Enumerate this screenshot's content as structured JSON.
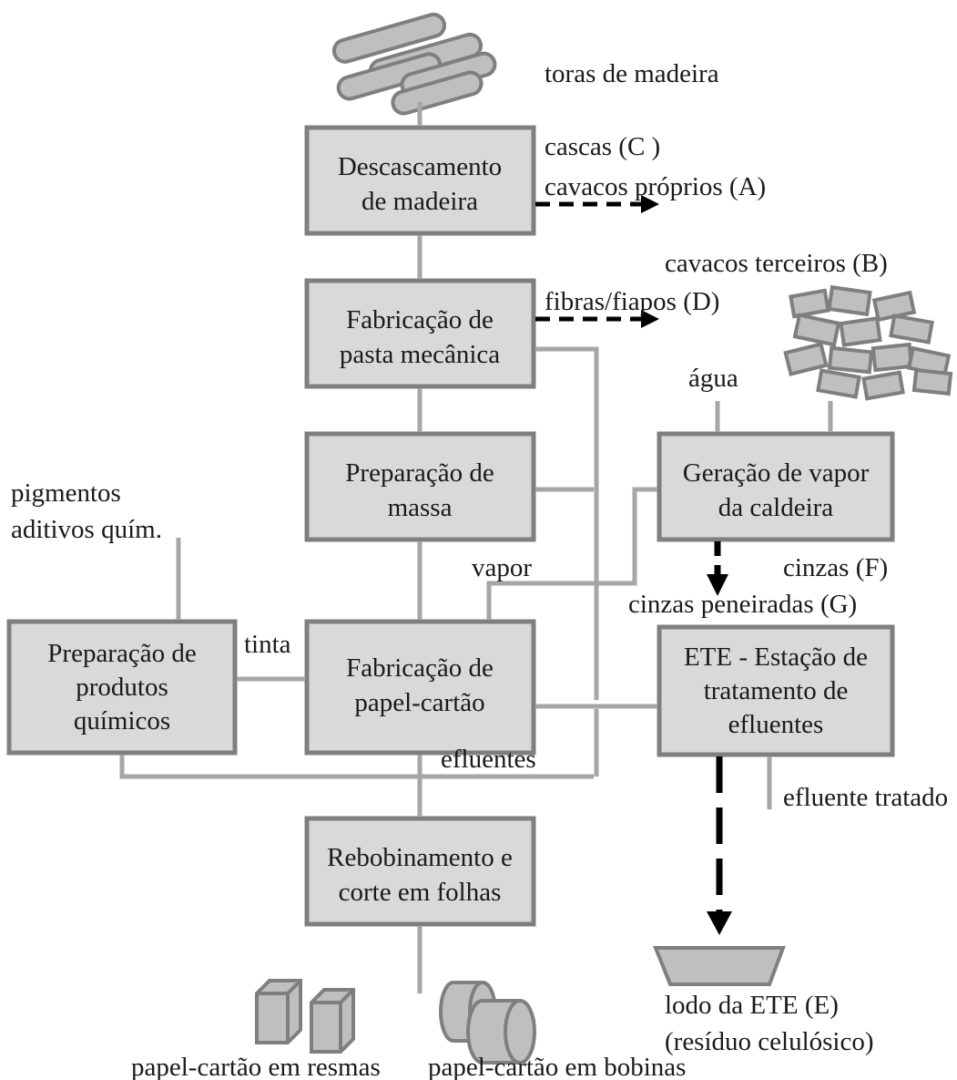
{
  "boxes": {
    "debarking": [
      "Descascamento",
      "de madeira"
    ],
    "mech_pulp": [
      "Fabricação de",
      "pasta mecânica"
    ],
    "stock_prep": [
      "Preparação de",
      "massa"
    ],
    "steam_gen": [
      "Geração de vapor",
      "da caldeira"
    ],
    "chem_prep": [
      "Preparação de",
      "produtos",
      "químicos"
    ],
    "paperboard": [
      "Fabricação de",
      "papel-cartão"
    ],
    "ete": [
      "ETE - Estação de",
      "tratamento de",
      "efluentes"
    ],
    "rewinding": [
      "Rebobinamento e",
      "corte em folhas"
    ]
  },
  "labels": {
    "logs": "toras de madeira",
    "bark": "cascas (C )",
    "own_chips": "cavacos próprios (A)",
    "third_chips": "cavacos terceiros (B)",
    "fibers": "fibras/fiapos (D)",
    "water": "água",
    "pigments": "pigmentos",
    "additives": "aditivos quím.",
    "steam": "vapor",
    "ash": "cinzas (F)",
    "sieved_ash": "cinzas peneiradas (G)",
    "ink": "tinta",
    "effluents": "efluentes",
    "treated_effluent": "efluente tratado",
    "sludge": "lodo da ETE (E)",
    "sludge_note": "(resíduo celulósico)",
    "reams": "papel-cartão em resmas",
    "reels": "papel-cartão em bobinas"
  }
}
